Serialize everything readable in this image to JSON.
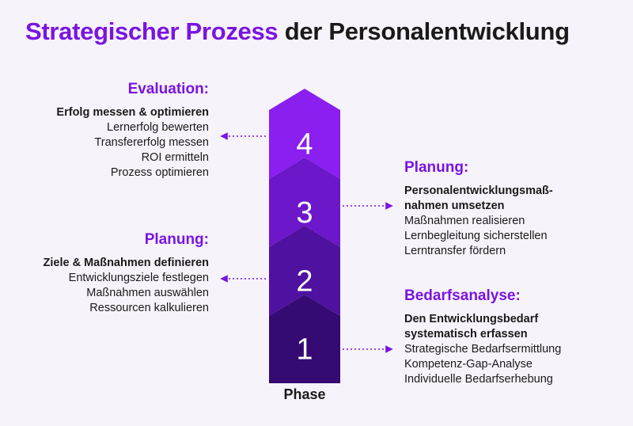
{
  "title": {
    "accent": "Strategischer Prozess",
    "rest": "der Personalentwicklung"
  },
  "phases": [
    {
      "number": "4",
      "color": "#8a1ff0"
    },
    {
      "number": "3",
      "color": "#6c17c9"
    },
    {
      "number": "2",
      "color": "#4f11a0"
    },
    {
      "number": "1",
      "color": "#360a73"
    }
  ],
  "phase_label": "Phase",
  "blocks": {
    "evaluation": {
      "head": "Evaluation:",
      "sub": "Erfolg messen & optimieren",
      "items": [
        "Lernerfolg bewerten",
        "Transfererfolg messen",
        "ROI ermitteln",
        "Prozess optimieren"
      ]
    },
    "planung_left": {
      "head": "Planung:",
      "sub": "Ziele & Maßnahmen definieren",
      "items": [
        "Entwicklungsziele festlegen",
        "Maßnahmen auswählen",
        "Ressourcen kalkulieren"
      ]
    },
    "planung_right": {
      "head": "Planung:",
      "sub_lines": [
        "Personalentwicklungsmaß-",
        "nahmen umsetzen"
      ],
      "items": [
        "Maßnahmen realisieren",
        "Lernbegleitung sicherstellen",
        "Lerntransfer fördern"
      ]
    },
    "bedarfsanalyse": {
      "head": "Bedarfsanalyse:",
      "sub_lines": [
        "Den Entwicklungsbedarf",
        "systematisch erfassen"
      ],
      "items": [
        "Strategische Bedarfsermittlung",
        "Kompetenz-Gap-Analyse",
        "Individuelle Bedarfserhebung"
      ]
    }
  },
  "colors": {
    "accent": "#7a14e0",
    "arrow": "#7a14e0"
  }
}
